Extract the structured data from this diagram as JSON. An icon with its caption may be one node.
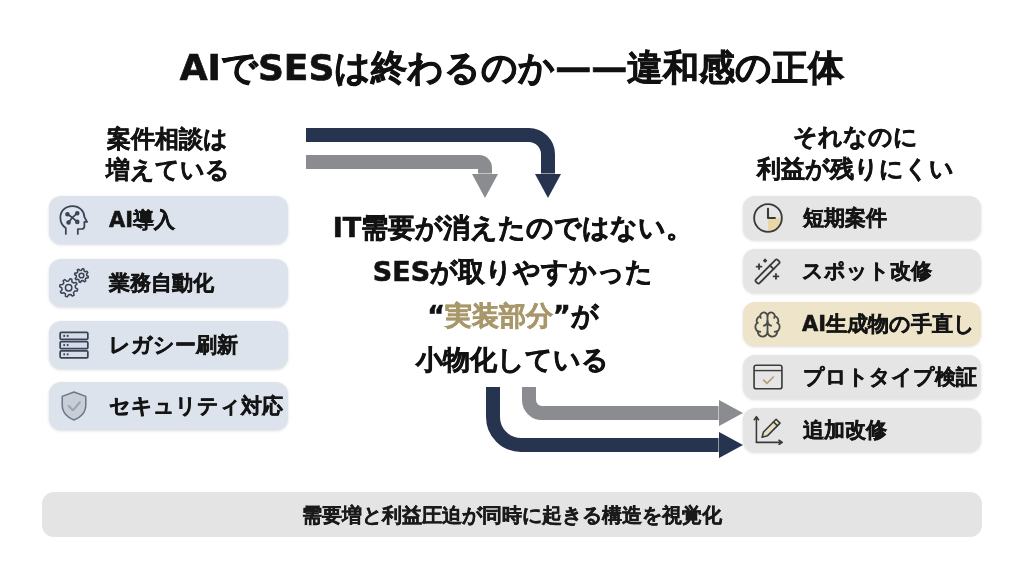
{
  "diagram": {
    "title": "AIでSESは終わるのか——違和感の正体",
    "nodes": [
      {
        "text": [
          "AI導入"
        ]
      },
      {
        "text": [
          "業務自動化"
        ]
      },
      {
        "text": [
          "レガシー刷新"
        ]
      },
      {
        "text": [
          "セキュリティ対応"
        ]
      },
      {
        "text": [
          "IT需要が消えたのではない。SESが取りやすかった“*実装部分*”が小物化している"
        ]
      },
      {
        "text": [
          "短期案件"
        ]
      },
      {
        "text": [
          "スポット改修"
        ]
      },
      {
        "text": [
          "AI生成物の手直し"
        ]
      },
      {
        "text": [
          "プロトタイプ検証"
        ]
      },
      {
        "text": [
          "追加改修"
        ]
      },
      {
        "text": [
          "需要増と利益圧迫が同時に起きる構造を視覚化"
        ]
      }
    ],
    "edges": [
      {
        "from": null,
        "to": 4,
        "arrow": "to",
        "color": "#27344f"
      },
      {
        "from": null,
        "to": 4,
        "arrow": "to",
        "color": "#8a8c90"
      },
      {
        "from": 4,
        "to": 9,
        "arrow": "to",
        "color": "#8a8c90"
      },
      {
        "from": 4,
        "to": 9,
        "arrow": "to",
        "color": "#27344f"
      }
    ],
    "labels": [
      "案件相談は増えている",
      "それなのに利益が残りにくい"
    ]
  }
}
